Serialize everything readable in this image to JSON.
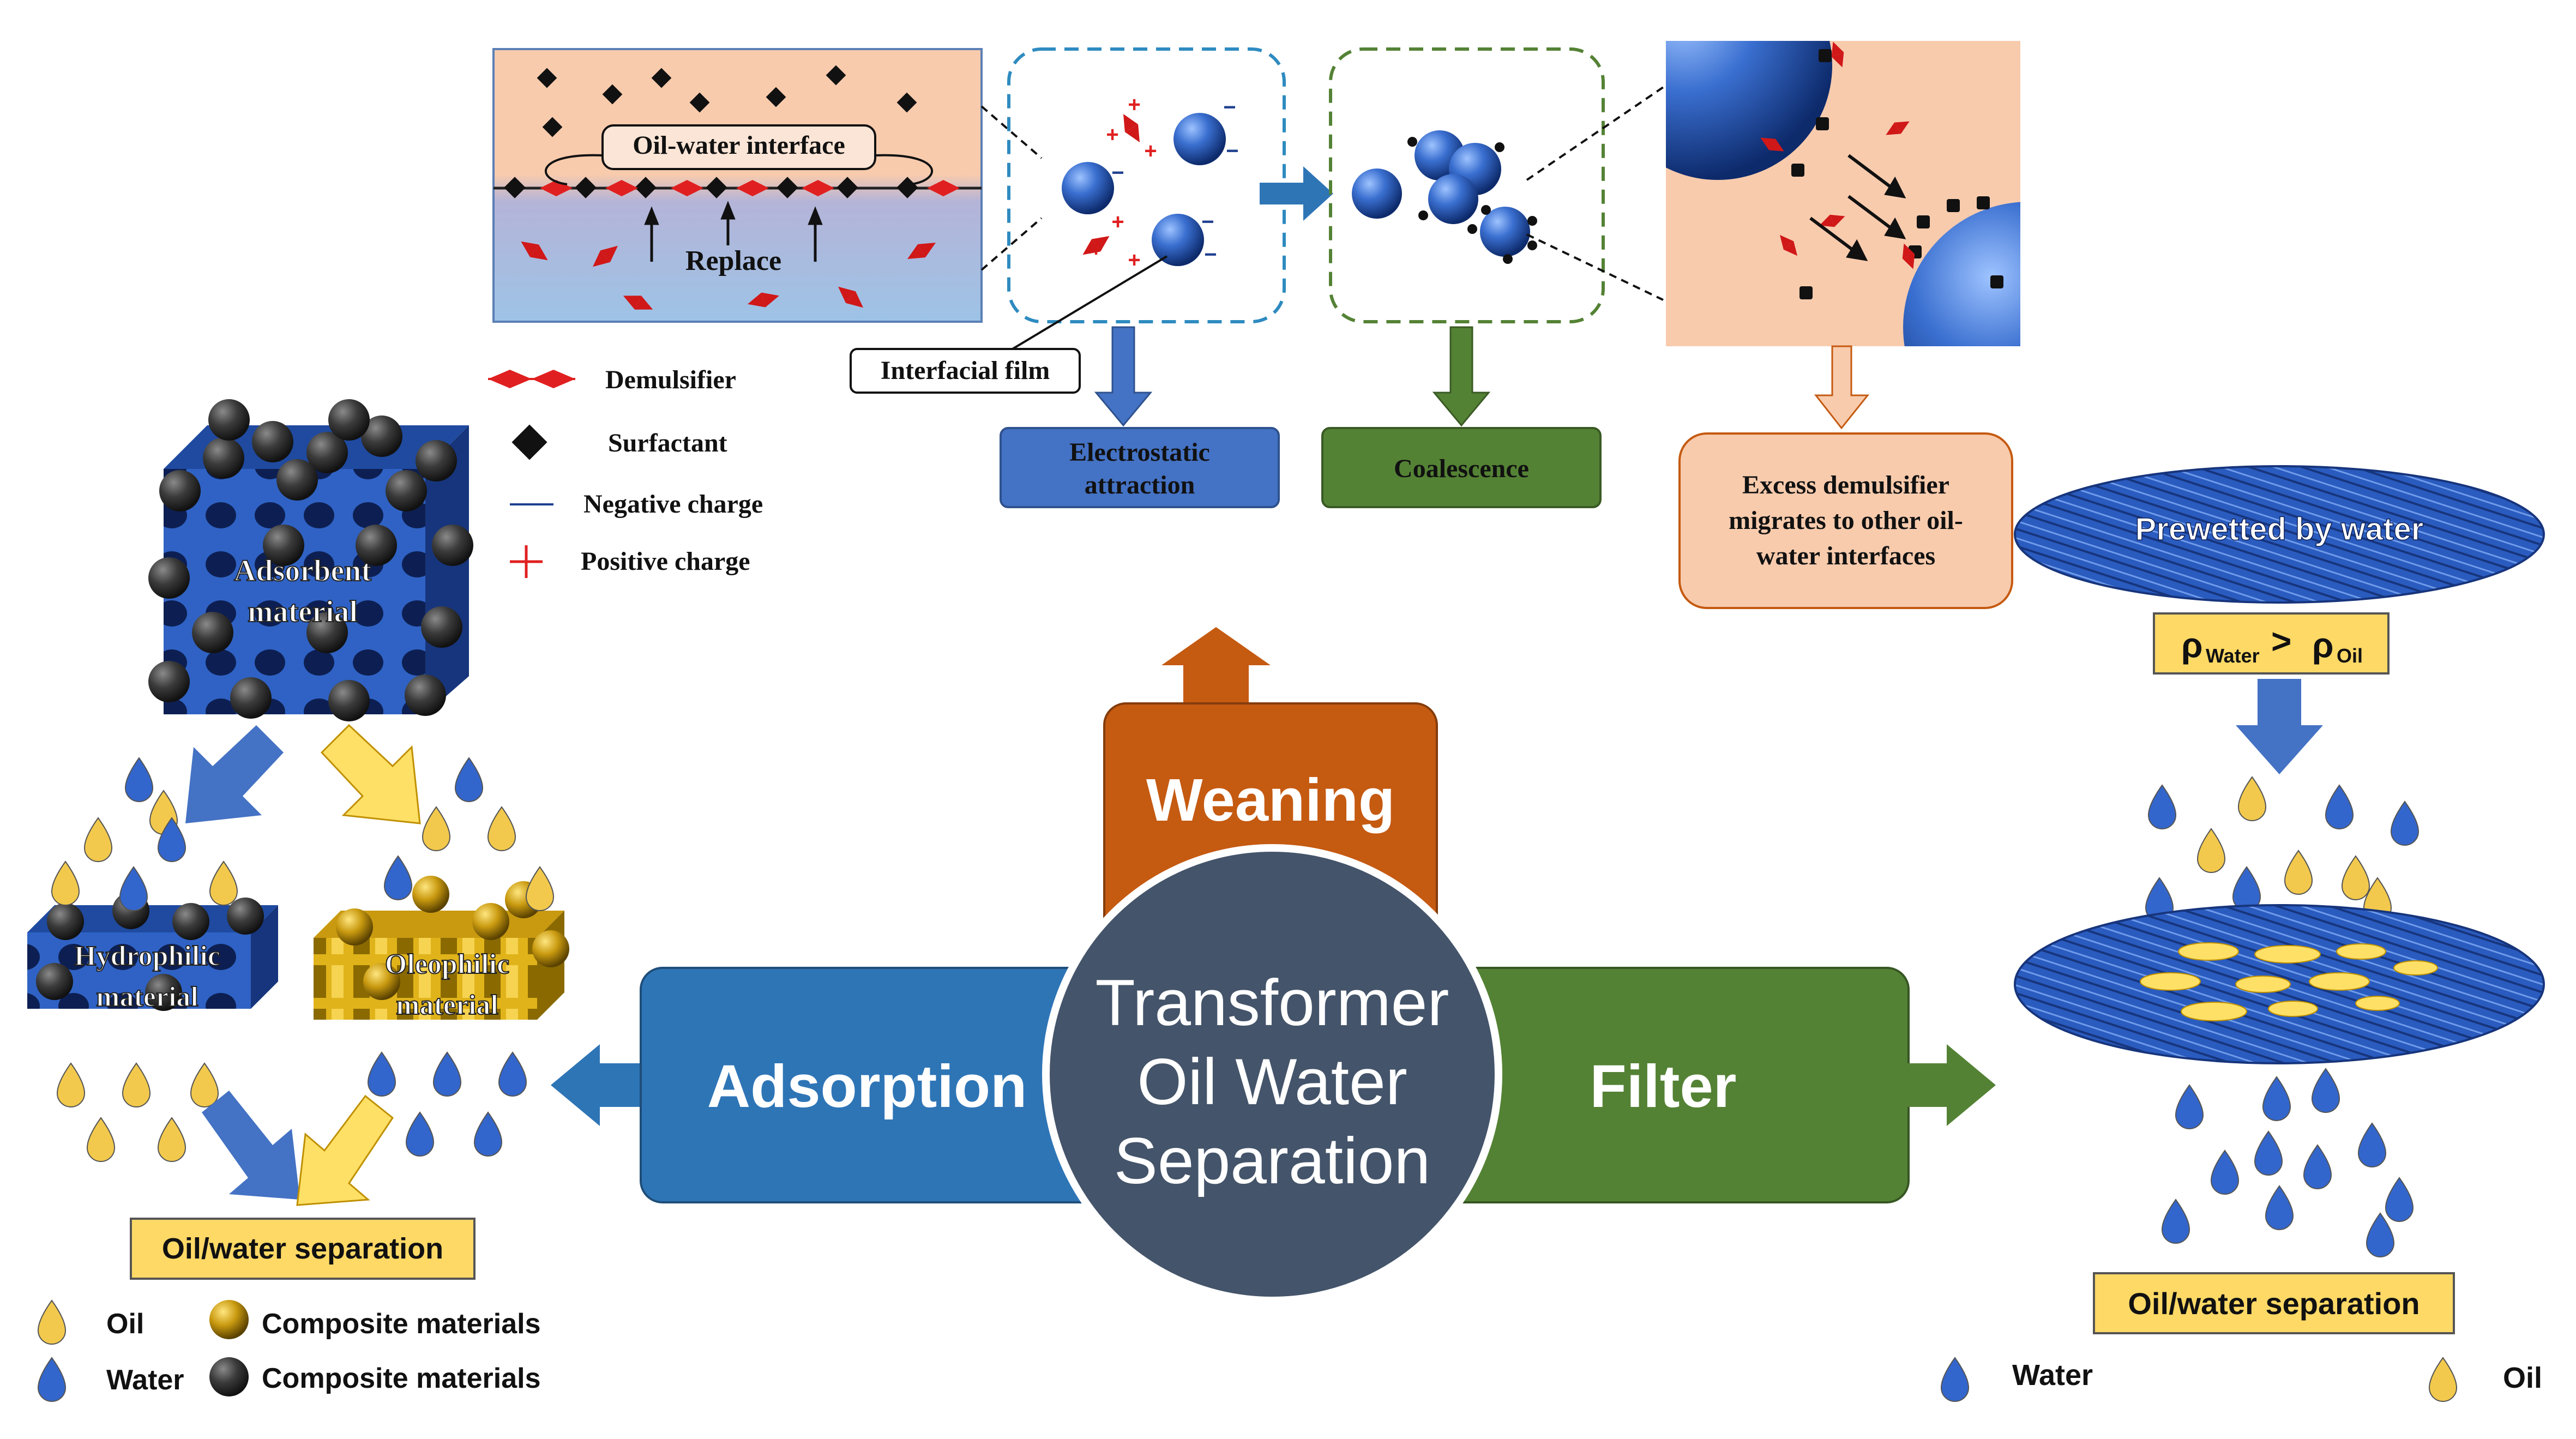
{
  "center": {
    "title_line1": "Transformer",
    "title_line2": "Oil Water",
    "title_line3": "Separation"
  },
  "arrows": {
    "weaning": "Weaning",
    "adsorption": "Adsorption",
    "filter": "Filter"
  },
  "demulsification": {
    "interface_label": "Oil-water interface",
    "replace_label": "Replace",
    "film_label": "Interfacial film",
    "electrostatic_line1": "Electrostatic",
    "electrostatic_line2": "attraction",
    "coalescence": "Coalescence",
    "excess_line1": "Excess demulsifier",
    "excess_line2": "migrates to other oil-",
    "excess_line3": "water interfaces",
    "plus_sign": "+",
    "minus_sign": "−"
  },
  "top_legend": {
    "demulsifier": "Demulsifier",
    "surfactant": "Surfactant",
    "negative": "Negative charge",
    "positive": "Positive charge"
  },
  "adsorption_panel": {
    "adsorbent_line1": "Adsorbent",
    "adsorbent_line2": "material",
    "hydrophilic_line1": "Hydrophilic",
    "hydrophilic_line2": "material",
    "oleophilic_line1": "Oleophilic",
    "oleophilic_line2": "material",
    "result": "Oil/water separation",
    "legend_oil": "Oil",
    "legend_water": "Water",
    "legend_composite_gold": "Composite materials",
    "legend_composite_dark": "Composite materials"
  },
  "filter_panel": {
    "membrane_label": "Prewetted by water",
    "rho1": "ρ",
    "sub1": "Water",
    "gt": ">",
    "rho2": "ρ",
    "sub2": "Oil",
    "result": "Oil/water separation",
    "legend_water": "Water",
    "legend_oil": "Oil"
  },
  "colors": {
    "blue_arrow": "#2e75b6",
    "green_arrow": "#548235",
    "orange_arrow": "#c55a11",
    "center_circle": "#44546a",
    "yellow_label": "#ffd966",
    "oil_phase": "#f8cbad",
    "water_phase": "#9dc3e6",
    "droplet_blue": "#3366cc",
    "droplet_oil": "#f2c94c"
  }
}
